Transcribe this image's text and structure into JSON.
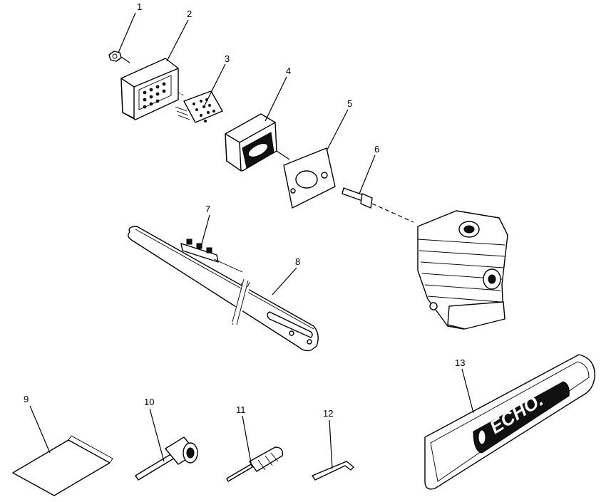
{
  "callouts": [
    {
      "id": "1",
      "label": "1"
    },
    {
      "id": "2",
      "label": "2"
    },
    {
      "id": "3",
      "label": "3"
    },
    {
      "id": "4",
      "label": "4"
    },
    {
      "id": "5",
      "label": "5"
    },
    {
      "id": "6",
      "label": "6"
    },
    {
      "id": "7",
      "label": "7"
    },
    {
      "id": "8",
      "label": "8"
    },
    {
      "id": "9",
      "label": "9"
    },
    {
      "id": "10",
      "label": "10"
    },
    {
      "id": "11",
      "label": "11"
    },
    {
      "id": "12",
      "label": "12"
    },
    {
      "id": "13",
      "label": "13"
    }
  ],
  "bar_cover_brand": "ECHO."
}
